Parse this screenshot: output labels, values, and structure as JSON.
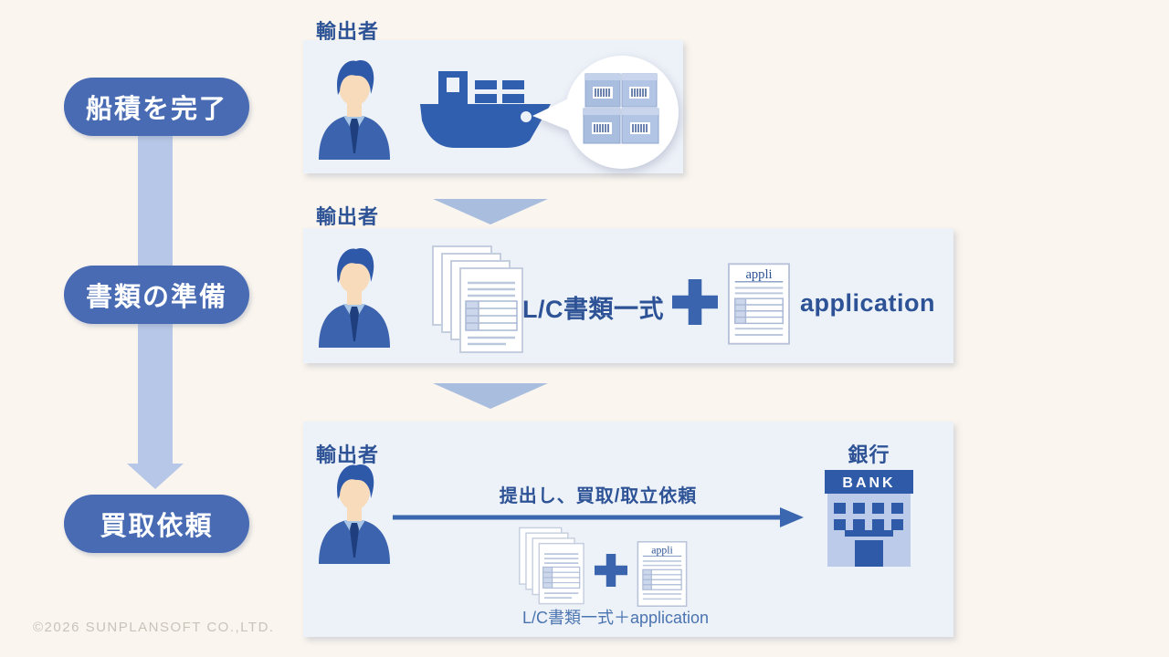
{
  "flow_steps": [
    {
      "label": "船積を完了"
    },
    {
      "label": "書類の準備"
    },
    {
      "label": "買取依頼"
    }
  ],
  "panels": {
    "shipping": {
      "actor": "輸出者"
    },
    "documents": {
      "actor": "輸出者",
      "lc_docs_label": "L/C書類一式",
      "app_doc_header": "appli",
      "application_label": "application"
    },
    "request": {
      "actor": "輸出者",
      "arrow_label": "提出し、買取/取立依頼",
      "docs_caption": "L/C書類一式＋application",
      "app_doc_header": "appli",
      "bank_label": "銀行",
      "bank_sign": "BANK"
    }
  },
  "footer": {
    "copyright": "©2026 SUNPLANSOFT CO.,LTD."
  },
  "colors": {
    "page_background": "#faf5ee",
    "panel_background": "#edf1f8",
    "step_pill_blue": "#486bb4",
    "accent_text_blue": "#2d5396",
    "connector_blue": "#b7c7e7",
    "icon_blue": "#2f5fae"
  }
}
